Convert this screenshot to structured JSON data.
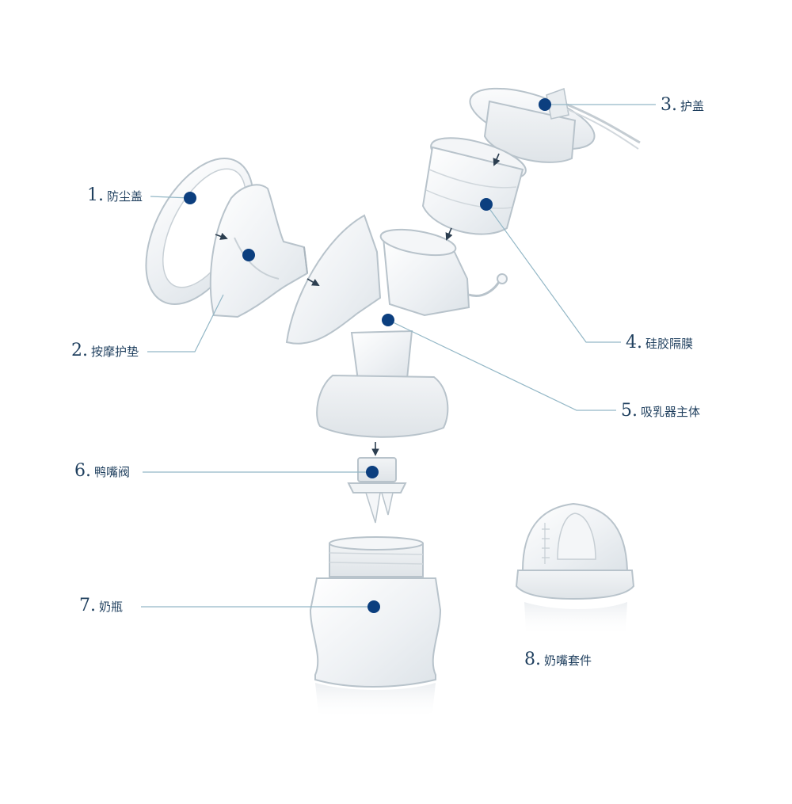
{
  "colors": {
    "marker": "#0c3f7f",
    "leader_line": "#93b7c6",
    "part_stroke": "#b8c3cb",
    "part_fill": "#eef1f4",
    "label_text": "#1f3f5e"
  },
  "parts": [
    {
      "id": "dust-cover",
      "num": "1.",
      "name": "防尘盖"
    },
    {
      "id": "massage-cushion",
      "num": "2.",
      "name": "按摩护垫"
    },
    {
      "id": "protective-cap",
      "num": "3.",
      "name": "护盖"
    },
    {
      "id": "silicone-diaphragm",
      "num": "4.",
      "name": "硅胶隔膜"
    },
    {
      "id": "pump-body",
      "num": "5.",
      "name": "吸乳器主体"
    },
    {
      "id": "duckbill-valve",
      "num": "6.",
      "name": "鸭嘴阀"
    },
    {
      "id": "bottle",
      "num": "7.",
      "name": "奶瓶"
    },
    {
      "id": "nipple-set",
      "num": "8.",
      "name": "奶嘴套件"
    }
  ]
}
